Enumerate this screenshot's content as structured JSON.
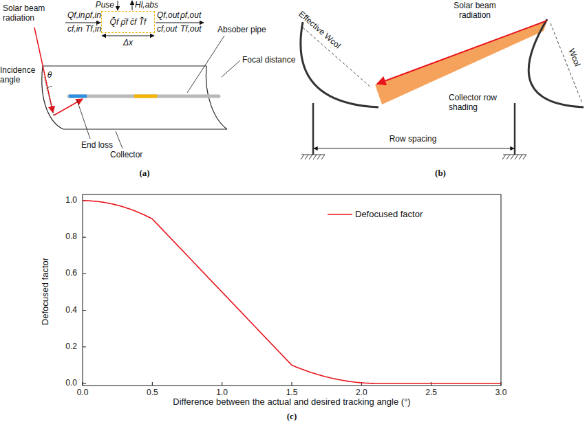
{
  "diagram": {
    "nodes": [
      {
        "text": [
          "Q̄f ρ̄f c̄f T̄f"
        ]
      }
    ],
    "labels": [
      "Solar beam radiation",
      "Incidence angle",
      "θ",
      "Puse",
      "Hl,abs",
      "Qf,in",
      "ρf,in",
      "cf,in",
      "Tf,in",
      "Qf,out",
      "ρf,out",
      "cf,out",
      "Tf,out",
      "Δx",
      "Absober pipe",
      "Focal distance",
      "End loss",
      "Collector",
      "(a)",
      "Solar beam radiation",
      "Effective Wcol",
      "Wcol",
      "Collector row shading",
      "Row spacing",
      "(b)",
      "0.0",
      "0.2",
      "0.4",
      "0.6",
      "0.8",
      "1.0",
      "0.0",
      "0.5",
      "1.0",
      "1.5",
      "2.0",
      "2.5",
      "3.0",
      "Defocused factor",
      "Difference between  the actual and desired tracking angle (°)",
      "(c)"
    ],
    "legend": [
      {
        "text": "Defocused factor"
      }
    ]
  }
}
